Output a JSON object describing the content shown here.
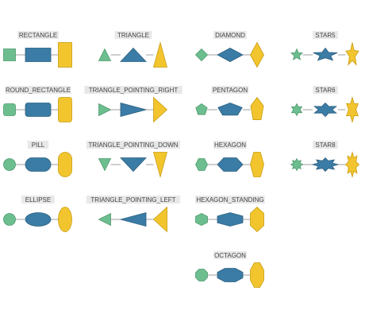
{
  "colors": {
    "small": "#6dbe8f",
    "small_stroke": "#4e9a6e",
    "medium": "#3a7ca5",
    "medium_stroke": "#2c5f80",
    "large": "#f2c52e",
    "large_stroke": "#c99d12",
    "edge": "#8a8a8a"
  },
  "groups": [
    {
      "label": "RECTANGLE",
      "shape": "rectangle"
    },
    {
      "label": "TRIANGLE",
      "shape": "triangle"
    },
    {
      "label": "DIAMOND",
      "shape": "diamond"
    },
    {
      "label": "STAR5",
      "shape": "star5"
    },
    {
      "label": "ROUND_RECTANGLE",
      "shape": "round_rectangle"
    },
    {
      "label": "TRIANGLE_POINTING_RIGHT",
      "shape": "triangle_right"
    },
    {
      "label": "PENTAGON",
      "shape": "pentagon"
    },
    {
      "label": "STAR6",
      "shape": "star6"
    },
    {
      "label": "PILL",
      "shape": "pill"
    },
    {
      "label": "TRIANGLE_POINTING_DOWN",
      "shape": "triangle_down"
    },
    {
      "label": "HEXAGON",
      "shape": "hexagon"
    },
    {
      "label": "STAR8",
      "shape": "star8"
    },
    {
      "label": "ELLIPSE",
      "shape": "ellipse"
    },
    {
      "label": "TRIANGLE_POINTING_LEFT",
      "shape": "triangle_left"
    },
    {
      "label": "HEXAGON_STANDING",
      "shape": "hexagon_standing"
    },
    {
      "label": "OCTAGON",
      "shape": "octagon"
    }
  ]
}
